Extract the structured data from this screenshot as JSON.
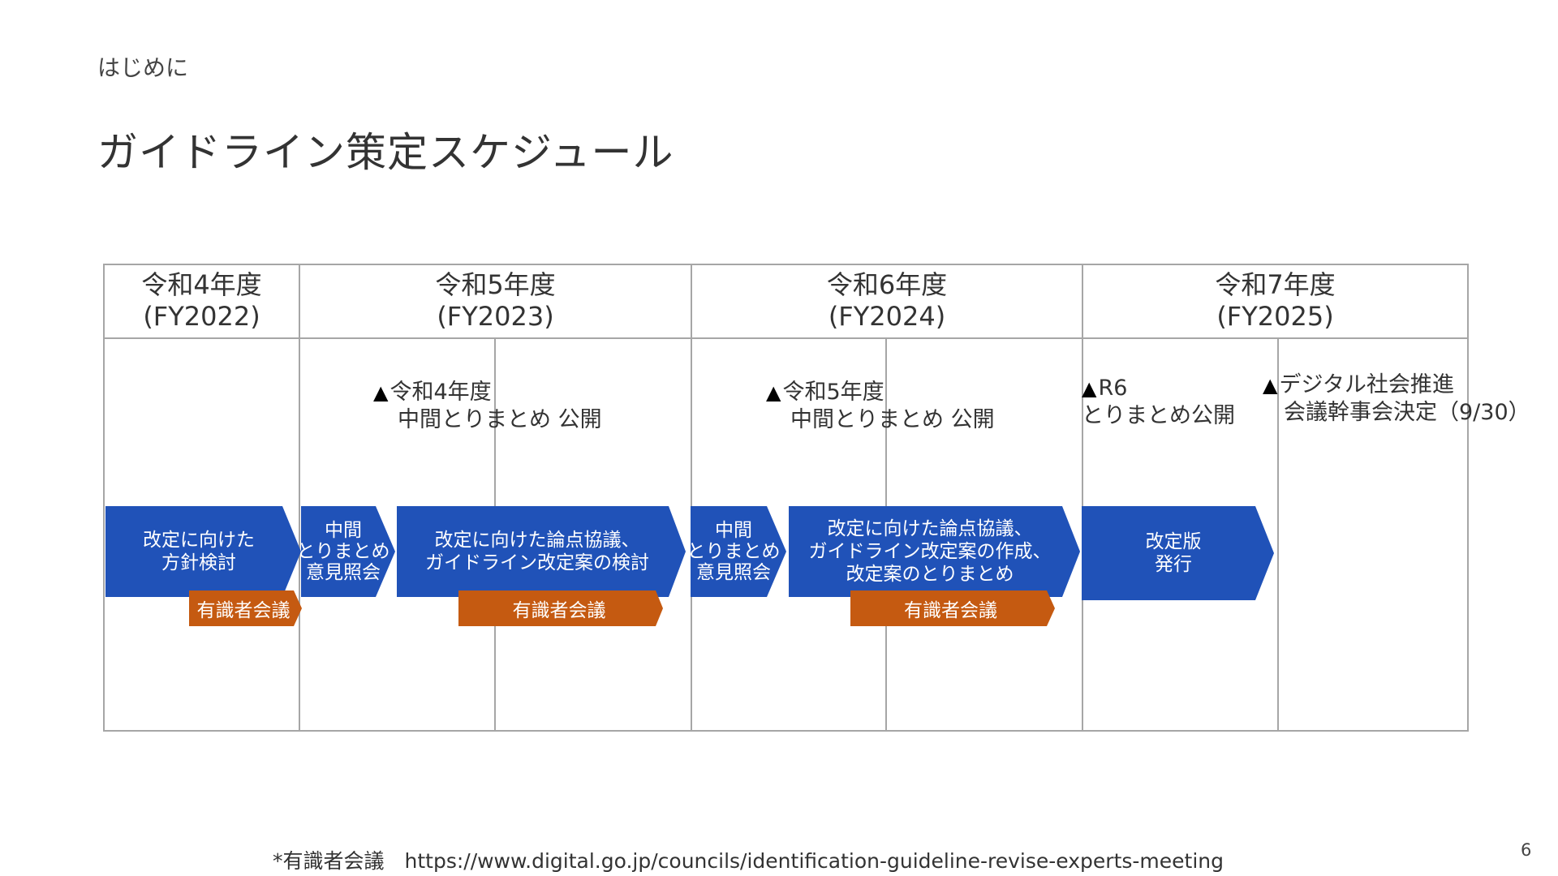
{
  "section_label": "はじめに",
  "title": "ガイドライン策定スケジュール",
  "colors": {
    "blue": "#2052B8",
    "orange": "#C55A11",
    "grid": "#A6A6A6"
  },
  "years": [
    {
      "l1": "令和4年度",
      "l2": "(FY2022)"
    },
    {
      "l1": "令和5年度",
      "l2": "(FY2023)"
    },
    {
      "l1": "令和6年度",
      "l2": "(FY2024)"
    },
    {
      "l1": "令和7年度",
      "l2": "(FY2025)"
    }
  ],
  "milestones": [
    {
      "tri": "▲",
      "l1": "令和4年度",
      "l2": "中間とりまとめ 公開"
    },
    {
      "tri": "▲",
      "l1": "令和5年度",
      "l2": "中間とりまとめ 公開"
    },
    {
      "tri": "▲",
      "l1": "R6",
      "l2": "とりまとめ公開"
    },
    {
      "tri": "▲",
      "l1": "デジタル社会推進",
      "l2": "会議幹事会決定（9/30）"
    }
  ],
  "phases": [
    {
      "lines": [
        "改定に向けた",
        "方針検討"
      ]
    },
    {
      "lines": [
        "中間",
        "とりまとめ",
        "意見照会"
      ]
    },
    {
      "lines": [
        "改定に向けた論点協議、",
        "ガイドライン改定案の検討"
      ]
    },
    {
      "lines": [
        "中間",
        "とりまとめ",
        "意見照会"
      ]
    },
    {
      "lines": [
        "改定に向けた論点協議、",
        "ガイドライン改定案の作成、",
        "改定案のとりまとめ"
      ]
    },
    {
      "lines": [
        "改定版",
        "発行"
      ]
    }
  ],
  "meetings": [
    "有識者会議",
    "有識者会議",
    "有識者会議"
  ],
  "footnote": "*有識者会議　https://www.digital.go.jp/councils/identification-guideline-revise-experts-meeting",
  "page_number": "6"
}
